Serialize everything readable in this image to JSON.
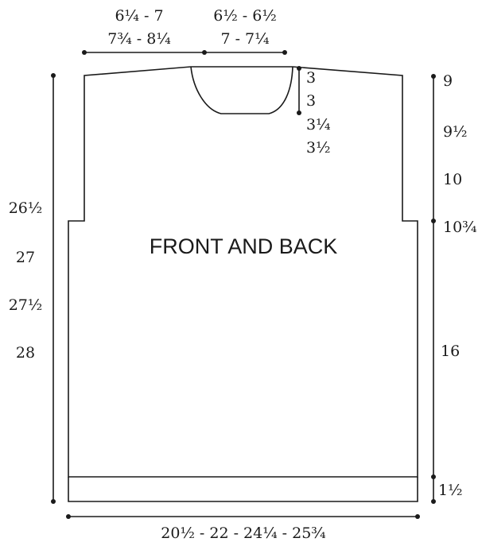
{
  "title": "FRONT AND BACK",
  "top_left": {
    "line1": "6¼ - 7",
    "line2": "7¾ - 8¼"
  },
  "top_right": {
    "line1": "6½ - 6½",
    "line2": "7 - 7¼"
  },
  "neck_depth": [
    "3",
    "3",
    "3¼",
    "3½"
  ],
  "armhole_depth": [
    "9",
    "9½",
    "10",
    "10¾"
  ],
  "body_length": [
    "26½",
    "27",
    "27½",
    "28"
  ],
  "side_length": "16",
  "ribbing": "1½",
  "width": "20½ - 22 - 24¼ - 25¾"
}
